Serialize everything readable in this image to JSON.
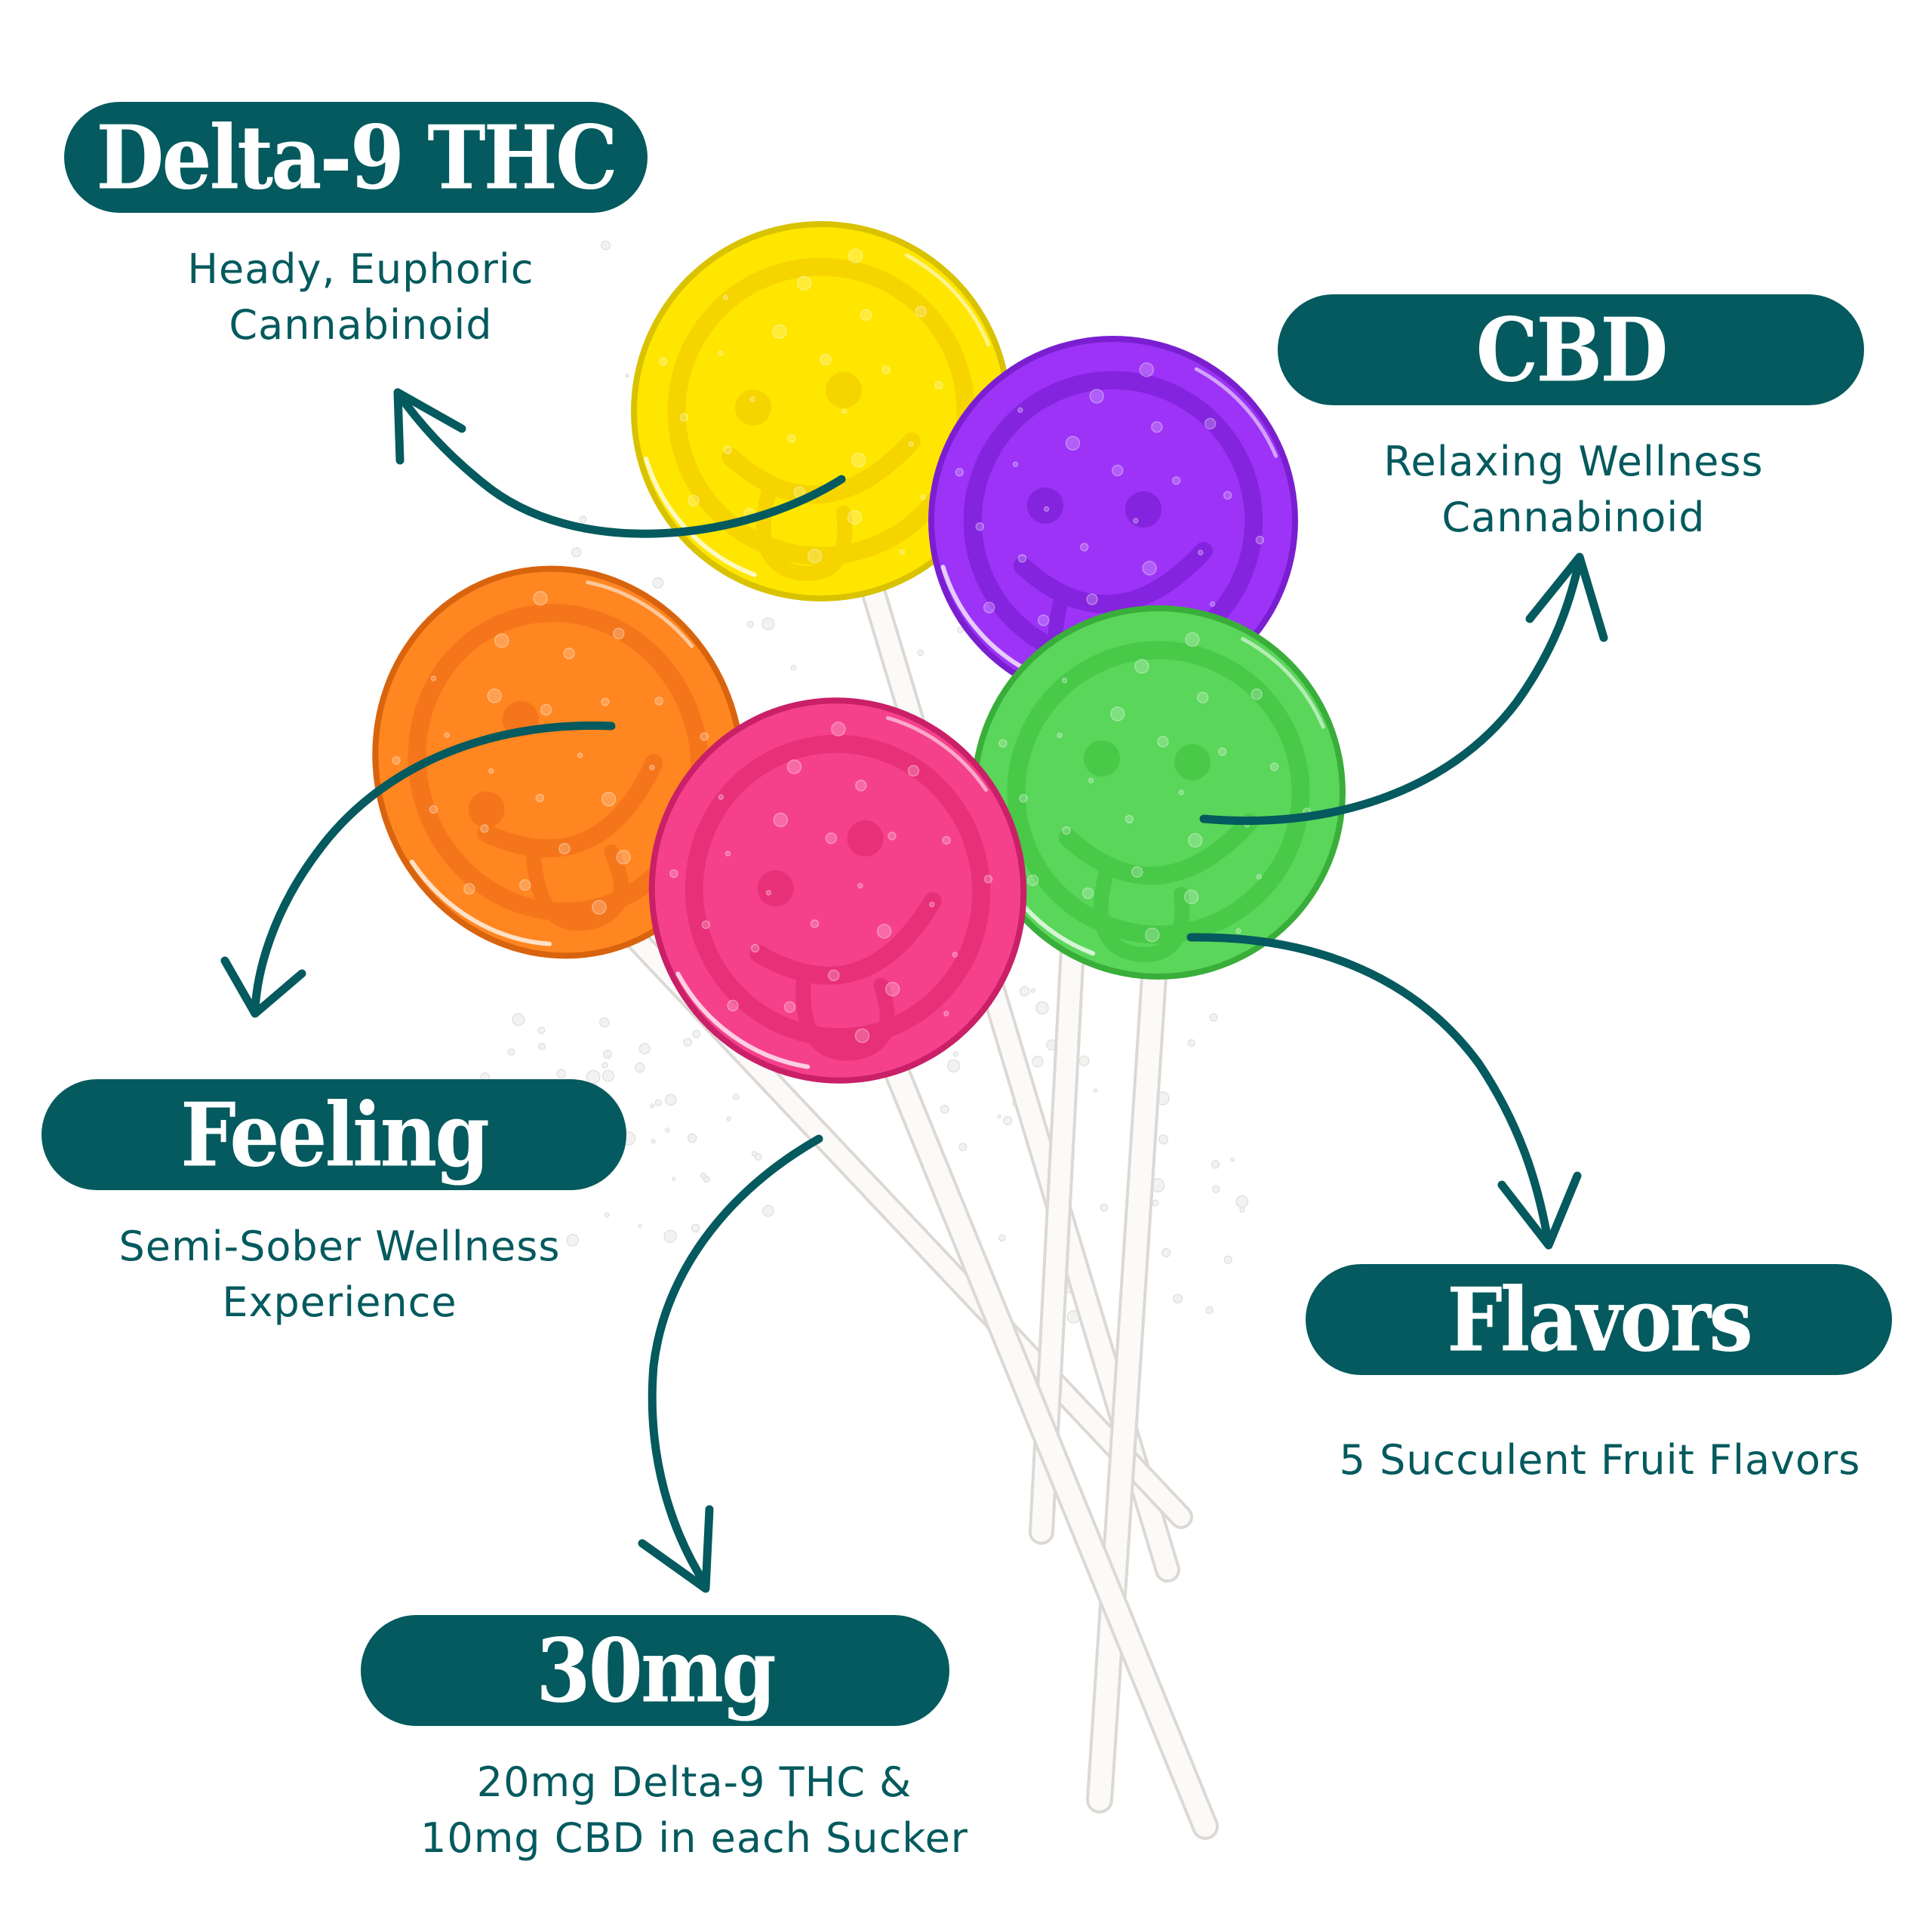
{
  "infographic": {
    "callouts": [
      {
        "id": "delta9",
        "title": "Delta-9 THC",
        "lines": [
          "Heady, Euphoric",
          "Cannabinoid"
        ]
      },
      {
        "id": "cbd",
        "title": "CBD",
        "lines": [
          "Relaxing Wellness",
          "Cannabinoid"
        ]
      },
      {
        "id": "feeling",
        "title": "Feeling",
        "lines": [
          "Semi-Sober Wellness",
          "Experience"
        ]
      },
      {
        "id": "flavors",
        "title": "Flavors",
        "lines": [
          "5 Succulent Fruit Flavors"
        ]
      },
      {
        "id": "dose",
        "title": "30mg",
        "lines": [
          "20mg Delta-9 THC &",
          "10mg CBD in each Sucker"
        ]
      }
    ]
  },
  "product": {
    "lollipops": [
      {
        "color_name": "yellow",
        "fill": "#ffe600",
        "shade": "#f5d400",
        "rim": "#d9c200"
      },
      {
        "color_name": "purple",
        "fill": "#9c33f7",
        "shade": "#8424de",
        "rim": "#7a1fd0"
      },
      {
        "color_name": "orange",
        "fill": "#ff8620",
        "shade": "#f5761a",
        "rim": "#d9640e"
      },
      {
        "color_name": "pink",
        "fill": "#f5418c",
        "shade": "#e83078",
        "rim": "#c92068"
      },
      {
        "color_name": "green",
        "fill": "#5ad65a",
        "shade": "#48c948",
        "rim": "#3aae3a"
      }
    ]
  },
  "colors": {
    "brand": "#045a5e",
    "background": "#ffffff",
    "pill_text": "#ffffff",
    "stick": "#f7f6f4"
  }
}
